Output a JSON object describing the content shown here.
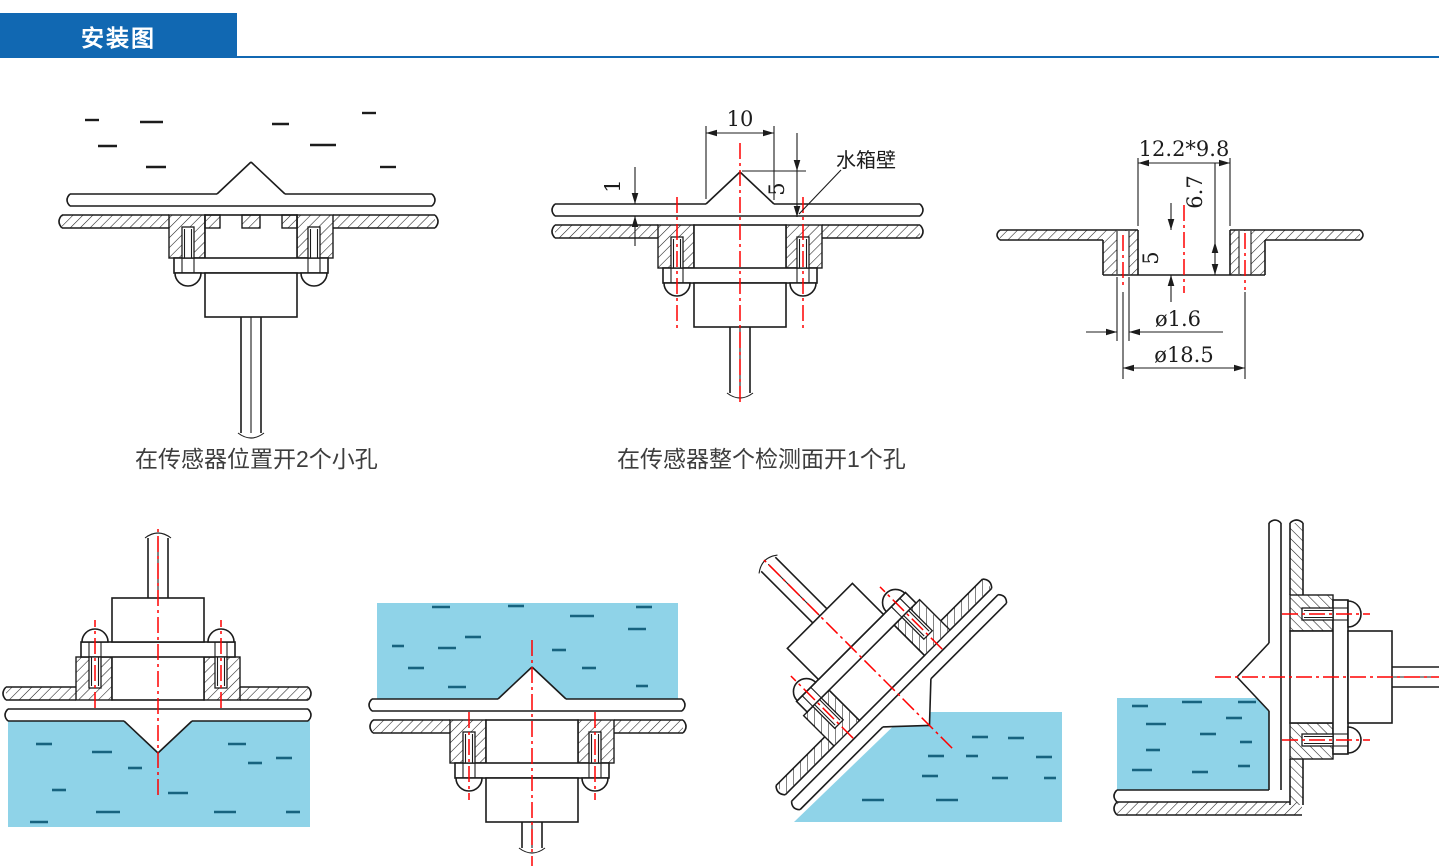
{
  "header": {
    "title": "安装图"
  },
  "captions": {
    "left": "在传感器位置开2个小孔",
    "right": "在传感器整个检测面开1个孔"
  },
  "drawing2": {
    "dim_peak_width": "10",
    "dim_peak_height": "5",
    "dim_wall_thickness": "1",
    "wall_label": "水箱壁"
  },
  "drawing3": {
    "dim_hole": "12.2*9.8",
    "dim_depth_outer": "6.7",
    "dim_depth_inner": "5",
    "dim_small_hole": "ø1.6",
    "dim_bolt_circle": "ø18.5"
  },
  "colors": {
    "accent_blue": "#1168b2",
    "water_fill": "#8fd3e8",
    "water_dash": "#17637f",
    "centerline_red": "#ff0000",
    "line_black": "#1c1c1c"
  }
}
